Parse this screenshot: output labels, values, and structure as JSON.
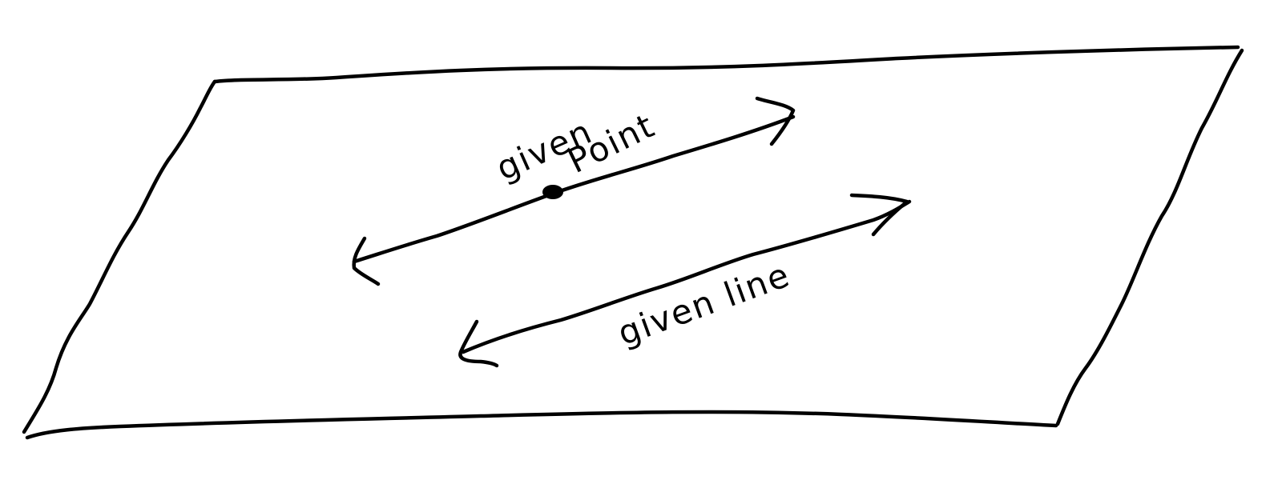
{
  "labels": {
    "point_label_first": "given",
    "point_label_second": "Point",
    "line_label": "given line"
  },
  "colors": {
    "ink": "#000000",
    "background": "#ffffff"
  }
}
